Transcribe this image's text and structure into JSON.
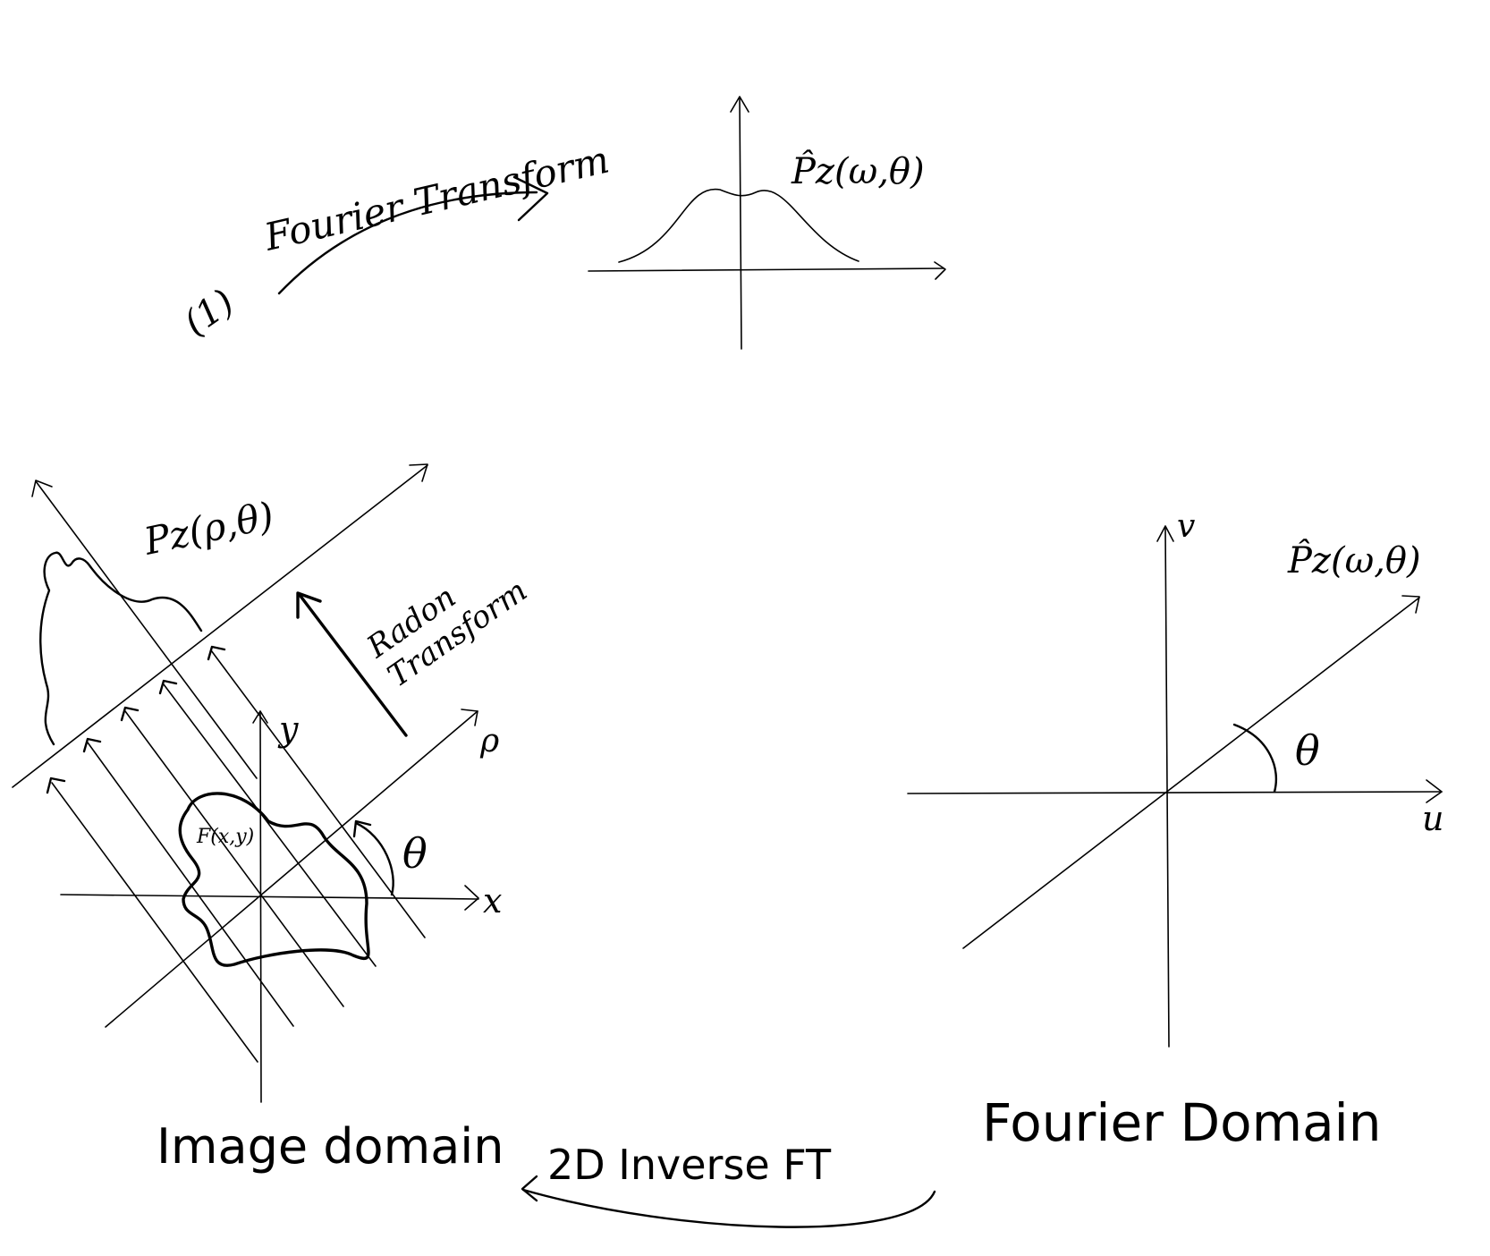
{
  "labels": {
    "step_number": "(1)",
    "fourier_transform": "Fourier Transform",
    "p_hat_top": "P̂z(ω,θ)",
    "p_projection": "Pz(ρ,θ)",
    "radon_line1": "Radon",
    "radon_line2": "Transform",
    "axis_y": "y",
    "axis_x": "x",
    "axis_rho": "ρ",
    "theta_image": "θ",
    "f_xy": "F(x,y)",
    "image_domain": "Image domain",
    "inverse_ft": "2D Inverse FT",
    "fourier_domain": "Fourier Domain",
    "axis_v": "v",
    "axis_u": "u",
    "p_hat_fourier": "P̂z(ω,θ)",
    "theta_fourier": "θ"
  },
  "colors": {
    "ink": "#000000",
    "background": "#ffffff"
  }
}
